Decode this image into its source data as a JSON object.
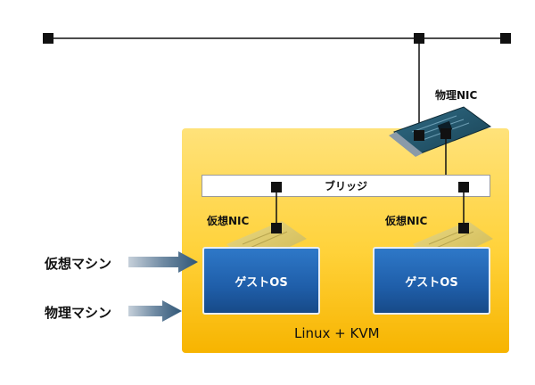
{
  "labels": {
    "physical_nic": "物理NIC",
    "virtual_nic_left": "仮想NIC",
    "virtual_nic_right": "仮想NIC",
    "bridge": "ブリッジ",
    "guest_left": "ゲストOS",
    "guest_right": "ゲストOS",
    "host": "Linux + KVM",
    "virtual_machine": "仮想マシン",
    "physical_machine": "物理マシン"
  },
  "colors": {
    "host_fill": "#ffd23a",
    "guest_fill": "#1f5ea9",
    "arrow": "#3c5f7d",
    "node": "#111111"
  }
}
